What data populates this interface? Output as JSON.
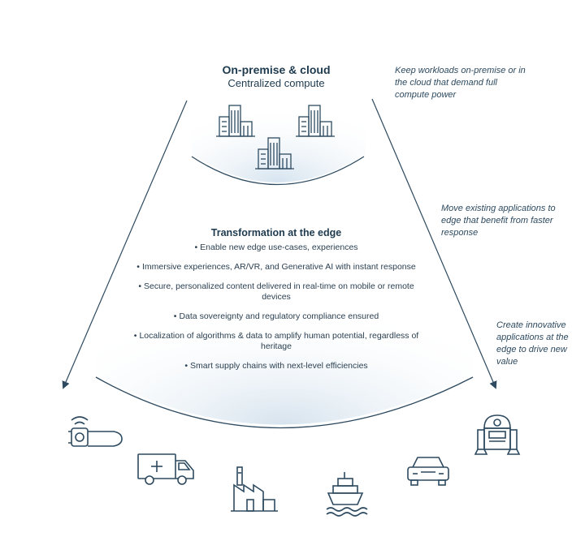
{
  "top": {
    "title": "On-premise & cloud",
    "subtitle": "Centralized compute"
  },
  "notes": [
    "Keep workloads on-premise or in the cloud that demand full compute power",
    "Move existing applications to edge that benefit from faster response",
    "Create innovative applications at the edge to drive new value"
  ],
  "edge": {
    "title": "Transformation at the edge",
    "bullets": [
      "Enable new edge use-cases, experiences",
      "Immersive experiences, AR/VR, and Generative AI with instant response",
      "Secure, personalized content delivered in real-time on mobile or remote devices",
      "Data sovereignty and regulatory compliance ensured",
      "Localization of algorithms & data to amplify human potential, regardless of heritage",
      "Smart supply chains with next-level efficiencies"
    ]
  },
  "icons": {
    "cloud": [
      "building-icon",
      "building-icon",
      "building-icon"
    ],
    "edge": [
      "smartwatch-icon",
      "ambulance-icon",
      "factory-icon",
      "ship-icon",
      "car-icon",
      "robot-icon"
    ]
  },
  "colors": {
    "ink": "#1e3a4f",
    "arrow": "#2d4a60",
    "glow": "#dbe7f0"
  }
}
